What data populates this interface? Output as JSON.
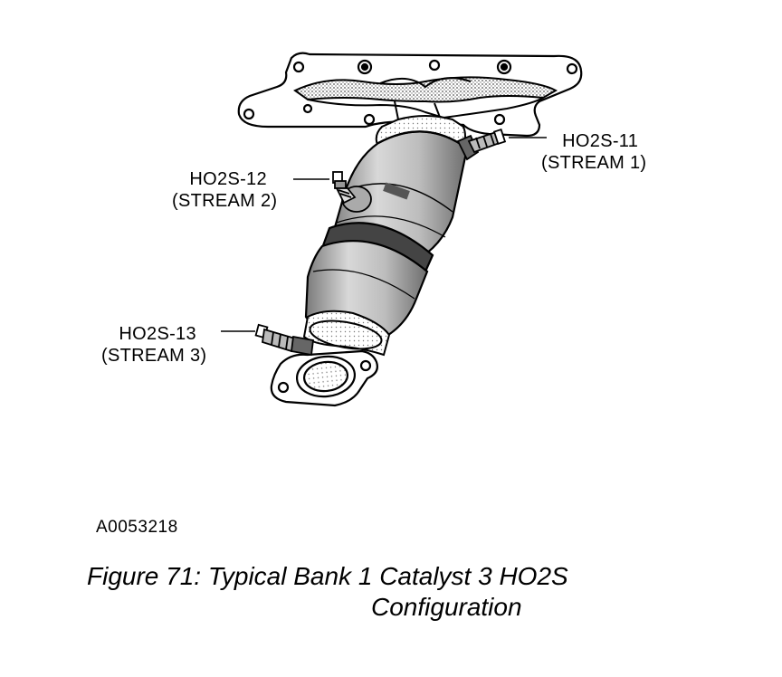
{
  "labels": {
    "ho2s_11": {
      "name": "HO2S-11",
      "stream": "(STREAM 1)"
    },
    "ho2s_12": {
      "name": "HO2S-12",
      "stream": "(STREAM 2)"
    },
    "ho2s_13": {
      "name": "HO2S-13",
      "stream": "(STREAM 3)"
    }
  },
  "figure_id": "A0053218",
  "caption": {
    "line1": "Figure 71: Typical Bank 1 Catalyst 3 HO2S",
    "line2": "Configuration"
  },
  "colors": {
    "ink": "#000000",
    "paper": "#ffffff",
    "shade": "#9a9a9a",
    "light_shade": "#cfcfcf"
  }
}
